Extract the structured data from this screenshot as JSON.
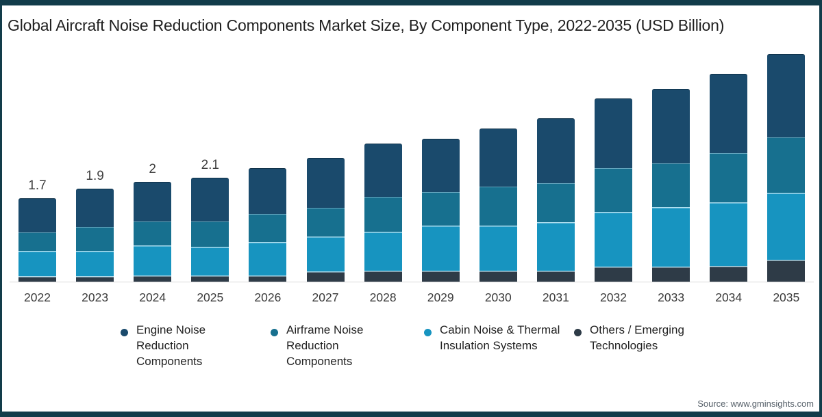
{
  "title": "Global Aircraft Noise Reduction Components Market Size, By Component Type, 2022-2035 (USD Billion)",
  "source": "Source: www.gminsights.com",
  "frame_color": "#123c4a",
  "chart_data": {
    "type": "bar",
    "stacked": true,
    "title": "Global Aircraft Noise Reduction Components Market Size, By Component Type, 2022-2035 (USD Billion)",
    "xlabel": "",
    "ylabel": "USD Billion",
    "ylim": [
      0,
      5
    ],
    "grid": false,
    "legend_position": "bottom",
    "axis_line_color": "#d9d9d9",
    "categories": [
      "2022",
      "2023",
      "2024",
      "2025",
      "2026",
      "2027",
      "2028",
      "2029",
      "2030",
      "2031",
      "2032",
      "2033",
      "2034",
      "2035"
    ],
    "series": [
      {
        "id": "engine-noise-reduction",
        "name": "Engine Noise Reduction Components",
        "color": "#1a4a6c",
        "values": [
          0.67,
          0.76,
          0.79,
          0.88,
          0.92,
          1.0,
          1.08,
          1.07,
          1.16,
          1.3,
          1.4,
          1.49,
          1.59,
          1.69
        ]
      },
      {
        "id": "airframe-noise-reduction",
        "name": "Airframe Noise Reduction Components",
        "color": "#17708f",
        "values": [
          0.39,
          0.51,
          0.5,
          0.52,
          0.58,
          0.59,
          0.72,
          0.69,
          0.81,
          0.81,
          0.91,
          0.91,
          1.02,
          1.13
        ]
      },
      {
        "id": "cabin-noise-thermal-insulation",
        "name": "Cabin Noise & Thermal Insulation Systems",
        "color": "#1794c0",
        "values": [
          0.52,
          0.51,
          0.61,
          0.58,
          0.69,
          0.71,
          0.79,
          0.92,
          0.92,
          0.99,
          1.1,
          1.21,
          1.29,
          1.36
        ]
      },
      {
        "id": "others-emerging",
        "name": "Others / Emerging Technologies",
        "color": "#2e3b47",
        "values": [
          0.11,
          0.11,
          0.13,
          0.13,
          0.12,
          0.21,
          0.22,
          0.22,
          0.22,
          0.22,
          0.31,
          0.3,
          0.32,
          0.45
        ]
      }
    ],
    "bar_total_labels": [
      "1.7",
      "1.9",
      "2",
      "2.1"
    ],
    "totals_estimated": [
      1.7,
      1.9,
      2.0,
      2.1,
      2.3,
      2.5,
      2.8,
      2.9,
      3.1,
      3.3,
      3.7,
      3.9,
      4.2,
      4.6
    ]
  }
}
